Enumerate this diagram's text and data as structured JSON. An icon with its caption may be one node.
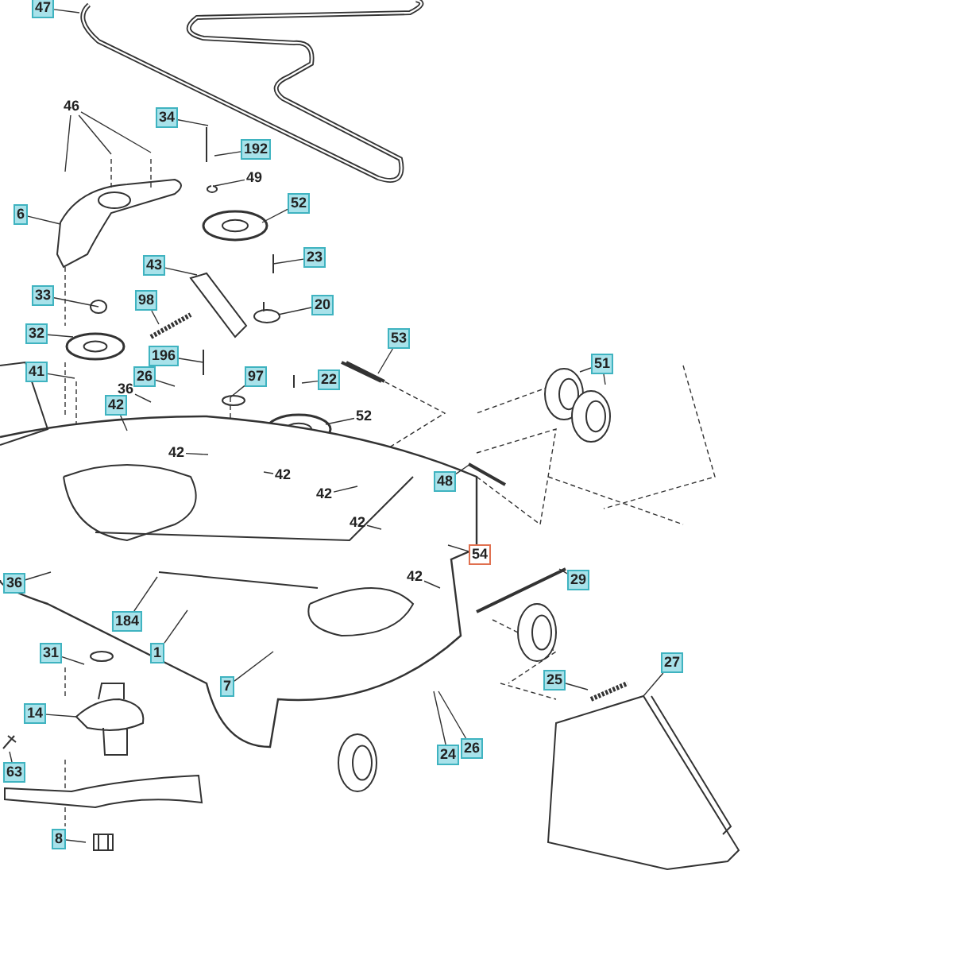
{
  "diagram": {
    "nodes": [
      {
        "text": [
          "47"
        ]
      },
      {
        "text": [
          "46"
        ]
      },
      {
        "text": [
          "34"
        ]
      },
      {
        "text": [
          "192"
        ]
      },
      {
        "text": [
          "49"
        ]
      },
      {
        "text": [
          "6"
        ]
      },
      {
        "text": [
          "52"
        ]
      },
      {
        "text": [
          "43"
        ]
      },
      {
        "text": [
          "23"
        ]
      },
      {
        "text": [
          "33"
        ]
      },
      {
        "text": [
          "98"
        ]
      },
      {
        "text": [
          "20"
        ]
      },
      {
        "text": [
          "32"
        ]
      },
      {
        "text": [
          "53"
        ]
      },
      {
        "text": [
          "41"
        ]
      },
      {
        "text": [
          "196"
        ]
      },
      {
        "text": [
          "26"
        ]
      },
      {
        "text": [
          "36"
        ]
      },
      {
        "text": [
          "97"
        ]
      },
      {
        "text": [
          "22"
        ]
      },
      {
        "text": [
          "42"
        ]
      },
      {
        "text": [
          "52"
        ]
      },
      {
        "text": [
          "42"
        ]
      },
      {
        "text": [
          "42"
        ]
      },
      {
        "text": [
          "42"
        ]
      },
      {
        "text": [
          "51"
        ]
      },
      {
        "text": [
          "48"
        ]
      },
      {
        "text": [
          "42"
        ]
      },
      {
        "text": [
          "54"
        ]
      },
      {
        "text": [
          "42"
        ]
      },
      {
        "text": [
          "29"
        ]
      },
      {
        "text": [
          "36"
        ]
      },
      {
        "text": [
          "184"
        ]
      },
      {
        "text": [
          "1"
        ]
      },
      {
        "text": [
          "31"
        ]
      },
      {
        "text": [
          "7"
        ]
      },
      {
        "text": [
          "25"
        ]
      },
      {
        "text": [
          "27"
        ]
      },
      {
        "text": [
          "14"
        ]
      },
      {
        "text": [
          "63"
        ]
      },
      {
        "text": [
          "24"
        ]
      },
      {
        "text": [
          "26"
        ]
      },
      {
        "text": [
          "8"
        ]
      }
    ],
    "edges": [
      {
        "from": 0,
        "to": null,
        "arrow": "none"
      },
      {
        "from": 1,
        "to": null,
        "arrow": "none"
      },
      {
        "from": 1,
        "to": null,
        "arrow": "none"
      },
      {
        "from": 1,
        "to": null,
        "arrow": "none"
      },
      {
        "from": 2,
        "to": null,
        "arrow": "none"
      },
      {
        "from": 3,
        "to": null,
        "arrow": "none"
      },
      {
        "from": 4,
        "to": null,
        "arrow": "none"
      },
      {
        "from": 5,
        "to": null,
        "arrow": "none"
      },
      {
        "from": 6,
        "to": null,
        "arrow": "none"
      },
      {
        "from": 7,
        "to": null,
        "arrow": "none"
      },
      {
        "from": 8,
        "to": null,
        "arrow": "none"
      },
      {
        "from": 9,
        "to": null,
        "arrow": "none"
      },
      {
        "from": 10,
        "to": null,
        "arrow": "none"
      },
      {
        "from": 11,
        "to": null,
        "arrow": "none"
      },
      {
        "from": 12,
        "to": null,
        "arrow": "none"
      },
      {
        "from": 13,
        "to": null,
        "arrow": "none"
      },
      {
        "from": 14,
        "to": null,
        "arrow": "none"
      },
      {
        "from": 15,
        "to": null,
        "arrow": "none"
      },
      {
        "from": 16,
        "to": null,
        "arrow": "none"
      },
      {
        "from": 17,
        "to": null,
        "arrow": "none"
      },
      {
        "from": 18,
        "to": null,
        "arrow": "none"
      },
      {
        "from": 19,
        "to": null,
        "arrow": "none"
      },
      {
        "from": 20,
        "to": null,
        "arrow": "none"
      },
      {
        "from": 21,
        "to": null,
        "arrow": "none"
      },
      {
        "from": 22,
        "to": null,
        "arrow": "none"
      },
      {
        "from": 23,
        "to": null,
        "arrow": "none"
      },
      {
        "from": 24,
        "to": null,
        "arrow": "none"
      },
      {
        "from": 25,
        "to": null,
        "arrow": "none"
      },
      {
        "from": 25,
        "to": null,
        "arrow": "none"
      },
      {
        "from": 26,
        "to": null,
        "arrow": "none"
      },
      {
        "from": 27,
        "to": null,
        "arrow": "none"
      },
      {
        "from": 28,
        "to": null,
        "arrow": "none"
      },
      {
        "from": 29,
        "to": null,
        "arrow": "none"
      },
      {
        "from": 30,
        "to": null,
        "arrow": "none"
      },
      {
        "from": 31,
        "to": null,
        "arrow": "none"
      },
      {
        "from": 32,
        "to": null,
        "arrow": "none"
      },
      {
        "from": 33,
        "to": null,
        "arrow": "none"
      },
      {
        "from": 34,
        "to": null,
        "arrow": "none"
      },
      {
        "from": 35,
        "to": null,
        "arrow": "none"
      },
      {
        "from": 36,
        "to": null,
        "arrow": "none"
      },
      {
        "from": 37,
        "to": null,
        "arrow": "none"
      },
      {
        "from": 38,
        "to": null,
        "arrow": "none"
      },
      {
        "from": 39,
        "to": null,
        "arrow": "none"
      },
      {
        "from": 40,
        "to": null,
        "arrow": "none"
      },
      {
        "from": 41,
        "to": null,
        "arrow": "none"
      },
      {
        "from": 42,
        "to": null,
        "arrow": "none"
      }
    ]
  }
}
